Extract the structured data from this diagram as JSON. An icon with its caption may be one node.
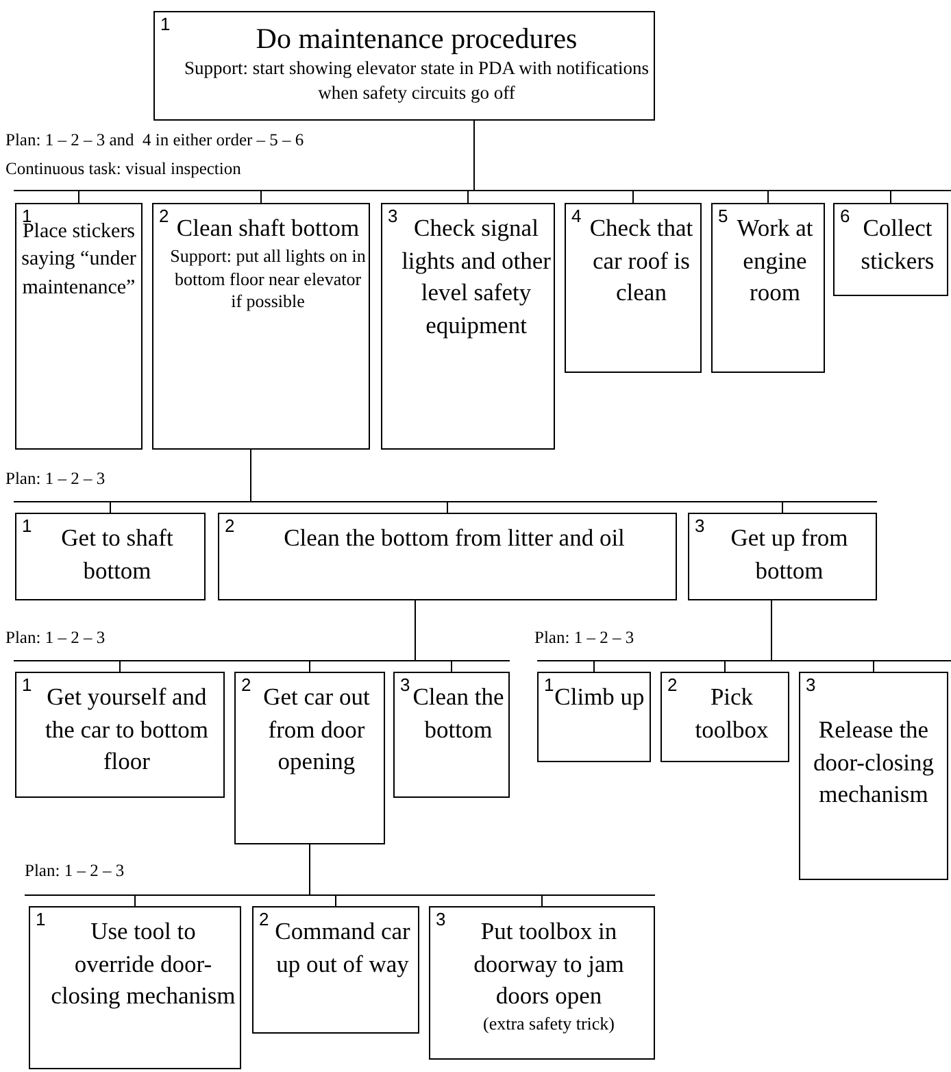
{
  "diagram": {
    "nodes": [
      {
        "text": [
          "1",
          "Do maintenance procedures",
          "Support: start showing elevator state in PDA with notifications when safety circuits go off"
        ]
      },
      {
        "text": [
          "1",
          "Place stickers saying “under maintenance”"
        ]
      },
      {
        "text": [
          "2",
          "Clean shaft bottom",
          "Support: put all lights on in bottom floor near elevator if possible"
        ]
      },
      {
        "text": [
          "3",
          "Check signal lights and other level safety equipment"
        ]
      },
      {
        "text": [
          "4",
          "Check that car roof is clean"
        ]
      },
      {
        "text": [
          "5",
          "Work at engine room"
        ]
      },
      {
        "text": [
          "6",
          "Collect stickers"
        ]
      },
      {
        "text": [
          "1",
          "Get to shaft bottom"
        ]
      },
      {
        "text": [
          "2",
          "Clean the bottom from litter and oil"
        ]
      },
      {
        "text": [
          "3",
          "Get up from bottom"
        ]
      },
      {
        "text": [
          "1",
          "Get yourself and the car to bottom floor"
        ]
      },
      {
        "text": [
          "2",
          "Get car out from door opening"
        ]
      },
      {
        "text": [
          "3",
          "Clean the bottom"
        ]
      },
      {
        "text": [
          "1",
          "Climb up"
        ]
      },
      {
        "text": [
          "2",
          "Pick toolbox"
        ]
      },
      {
        "text": [
          "3",
          "Release the door-closing mechanism"
        ]
      },
      {
        "text": [
          "1",
          "Use tool to override door-closing mechanism"
        ]
      },
      {
        "text": [
          "2",
          "Command car up out of way"
        ]
      },
      {
        "text": [
          "3",
          "Put toolbox in doorway to jam doors open",
          "(extra safety trick)"
        ]
      }
    ],
    "edges": [
      {
        "from": 0,
        "to": 1,
        "arrow": "none"
      },
      {
        "from": 0,
        "to": 2,
        "arrow": "none"
      },
      {
        "from": 0,
        "to": 3,
        "arrow": "none"
      },
      {
        "from": 0,
        "to": 4,
        "arrow": "none"
      },
      {
        "from": 0,
        "to": 5,
        "arrow": "none"
      },
      {
        "from": 0,
        "to": 6,
        "arrow": "none"
      },
      {
        "from": 2,
        "to": 7,
        "arrow": "none"
      },
      {
        "from": 2,
        "to": 8,
        "arrow": "none"
      },
      {
        "from": 2,
        "to": 9,
        "arrow": "none"
      },
      {
        "from": 8,
        "to": 10,
        "arrow": "none"
      },
      {
        "from": 8,
        "to": 11,
        "arrow": "none"
      },
      {
        "from": 8,
        "to": 12,
        "arrow": "none"
      },
      {
        "from": 9,
        "to": 13,
        "arrow": "none"
      },
      {
        "from": 9,
        "to": 14,
        "arrow": "none"
      },
      {
        "from": 9,
        "to": 15,
        "arrow": "none"
      },
      {
        "from": 11,
        "to": 16,
        "arrow": "none"
      },
      {
        "from": 11,
        "to": 17,
        "arrow": "none"
      },
      {
        "from": 11,
        "to": 18,
        "arrow": "none"
      }
    ],
    "labels": [
      "Plan: 1 – 2 – 3 and  4 in either order – 5 – 6",
      "Continuous task: visual inspection",
      "Plan: 1 – 2 – 3",
      "Plan: 1 – 2 – 3",
      "Plan: 1 – 2 – 3",
      "Plan: 1 – 2 – 3"
    ]
  }
}
